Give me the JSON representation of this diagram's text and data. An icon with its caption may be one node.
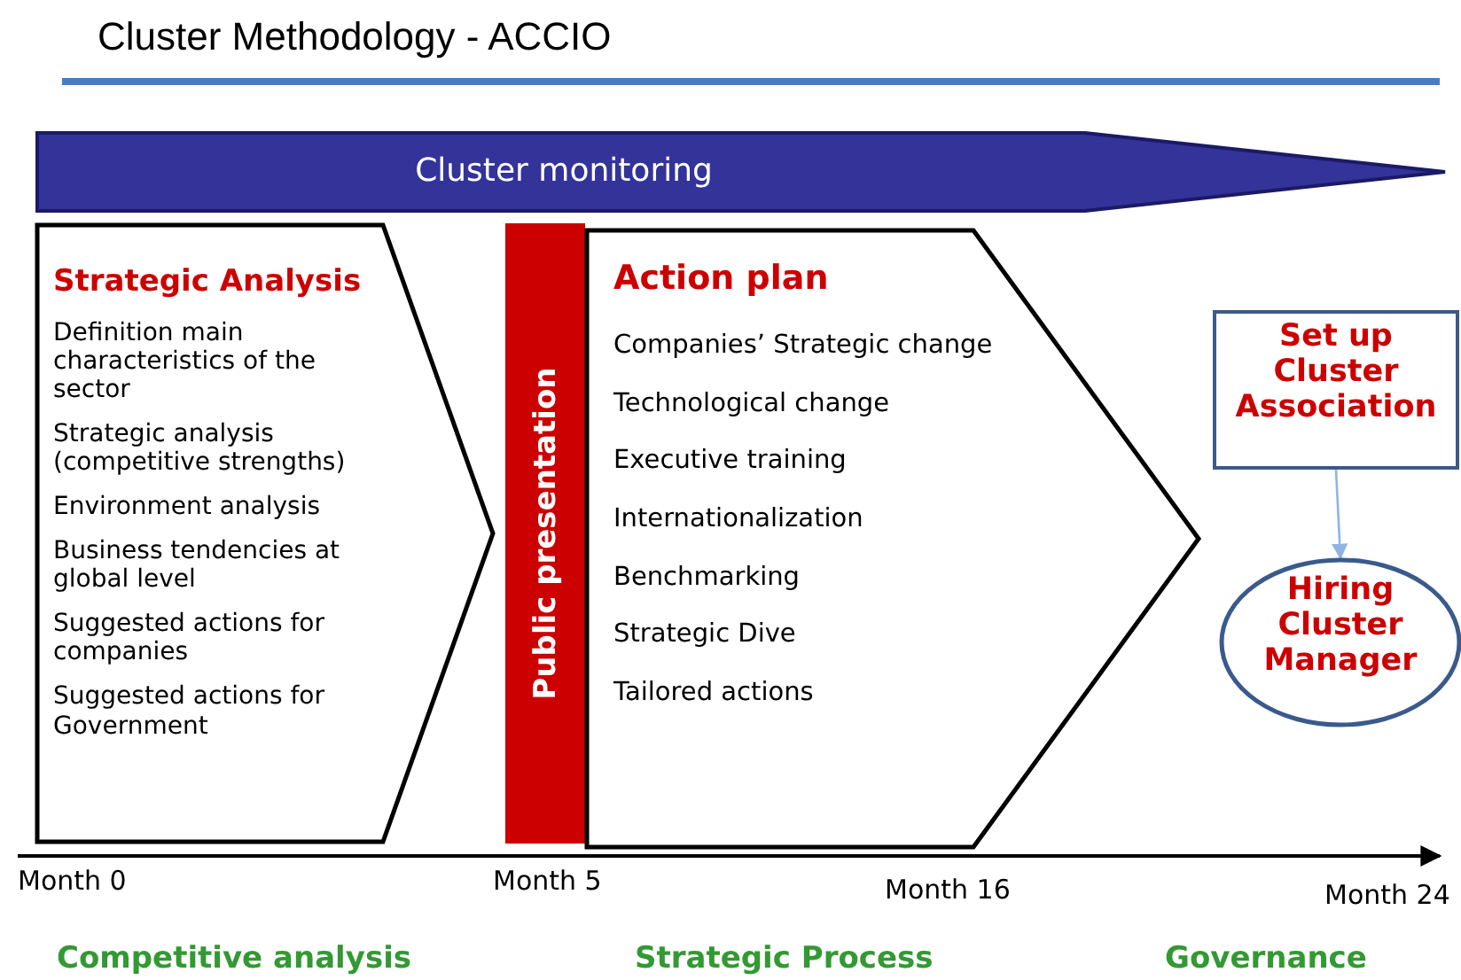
{
  "diagram": {
    "title": "Cluster Methodology - ACCIO",
    "nodes": [
      {
        "text": [
          "Cluster monitoring"
        ]
      },
      {
        "text": [
          "Strategic Analysis",
          "Definition main characteristics of the sector",
          "Strategic analysis (competitive strengths)",
          "Environment analysis",
          "Business tendencies at global level",
          "Suggested actions for companies",
          "Suggested actions for Government"
        ]
      },
      {
        "text": [
          "Public presentation"
        ]
      },
      {
        "text": [
          "Action plan",
          "Companies’ Strategic change",
          "Technological change",
          "Executive training",
          "Internationalization",
          "Benchmarking",
          "Strategic Dive",
          "Tailored actions"
        ]
      },
      {
        "text": [
          "Set up Cluster Association"
        ]
      },
      {
        "text": [
          "Hiring Cluster Manager"
        ]
      }
    ],
    "edges": [
      {
        "from": 4,
        "to": 5,
        "arrow": "to",
        "color": "#8fb4e3"
      }
    ],
    "labels": [
      "Month 0",
      "Month 5",
      "Month 16",
      "Month 24",
      "Competitive analysis",
      "Strategic Process",
      "Governance"
    ]
  }
}
